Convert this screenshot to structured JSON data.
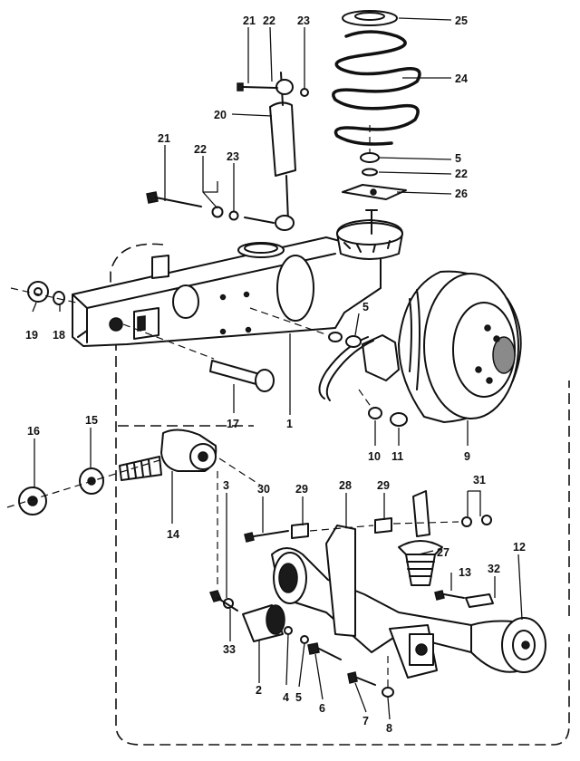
{
  "callouts": [
    {
      "id": "c1",
      "text": "1"
    },
    {
      "id": "c2",
      "text": "2"
    },
    {
      "id": "c3",
      "text": "3"
    },
    {
      "id": "c4",
      "text": "4"
    },
    {
      "id": "c5a",
      "text": "5"
    },
    {
      "id": "c5b",
      "text": "5"
    },
    {
      "id": "c5c",
      "text": "5"
    },
    {
      "id": "c6",
      "text": "6"
    },
    {
      "id": "c7",
      "text": "7"
    },
    {
      "id": "c8",
      "text": "8"
    },
    {
      "id": "c9",
      "text": "9"
    },
    {
      "id": "c10",
      "text": "10"
    },
    {
      "id": "c11",
      "text": "11"
    },
    {
      "id": "c12",
      "text": "12"
    },
    {
      "id": "c13",
      "text": "13"
    },
    {
      "id": "c14",
      "text": "14"
    },
    {
      "id": "c15",
      "text": "15"
    },
    {
      "id": "c16",
      "text": "16"
    },
    {
      "id": "c17",
      "text": "17"
    },
    {
      "id": "c18",
      "text": "18"
    },
    {
      "id": "c19",
      "text": "19"
    },
    {
      "id": "c20",
      "text": "20"
    },
    {
      "id": "c21a",
      "text": "21"
    },
    {
      "id": "c21b",
      "text": "21"
    },
    {
      "id": "c22a",
      "text": "22"
    },
    {
      "id": "c22b",
      "text": "22"
    },
    {
      "id": "c22c",
      "text": "22"
    },
    {
      "id": "c23a",
      "text": "23"
    },
    {
      "id": "c23b",
      "text": "23"
    },
    {
      "id": "c24",
      "text": "24"
    },
    {
      "id": "c25",
      "text": "25"
    },
    {
      "id": "c26",
      "text": "26"
    },
    {
      "id": "c27",
      "text": "27"
    },
    {
      "id": "c28",
      "text": "28"
    },
    {
      "id": "c29a",
      "text": "29"
    },
    {
      "id": "c29b",
      "text": "29"
    },
    {
      "id": "c30",
      "text": "30"
    },
    {
      "id": "c31",
      "text": "31"
    },
    {
      "id": "c32",
      "text": "32"
    },
    {
      "id": "c33",
      "text": "33"
    }
  ]
}
